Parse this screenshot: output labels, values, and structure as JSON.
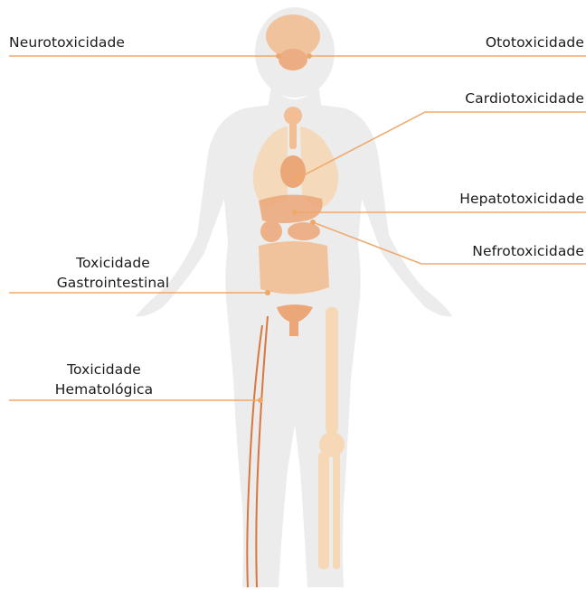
{
  "labels": {
    "neuro": "Neurotoxicidade",
    "oto": "Ototoxicidade",
    "cardio": "Cardiotoxicidade",
    "hepato": "Hepatotoxicidade",
    "nefro": "Nefrotoxicidade",
    "gastro_line1": "Toxicidade",
    "gastro_line2": "Gastrointestinal",
    "hemato_line1": "Toxicidade",
    "hemato_line2": "Hematológica"
  },
  "colors": {
    "line": "#f0a86a",
    "organ": "#f2bf95",
    "organ_dark": "#eca778",
    "body": "#ececec",
    "vessel": "#d9773f",
    "bone": "#f6d7b6"
  }
}
